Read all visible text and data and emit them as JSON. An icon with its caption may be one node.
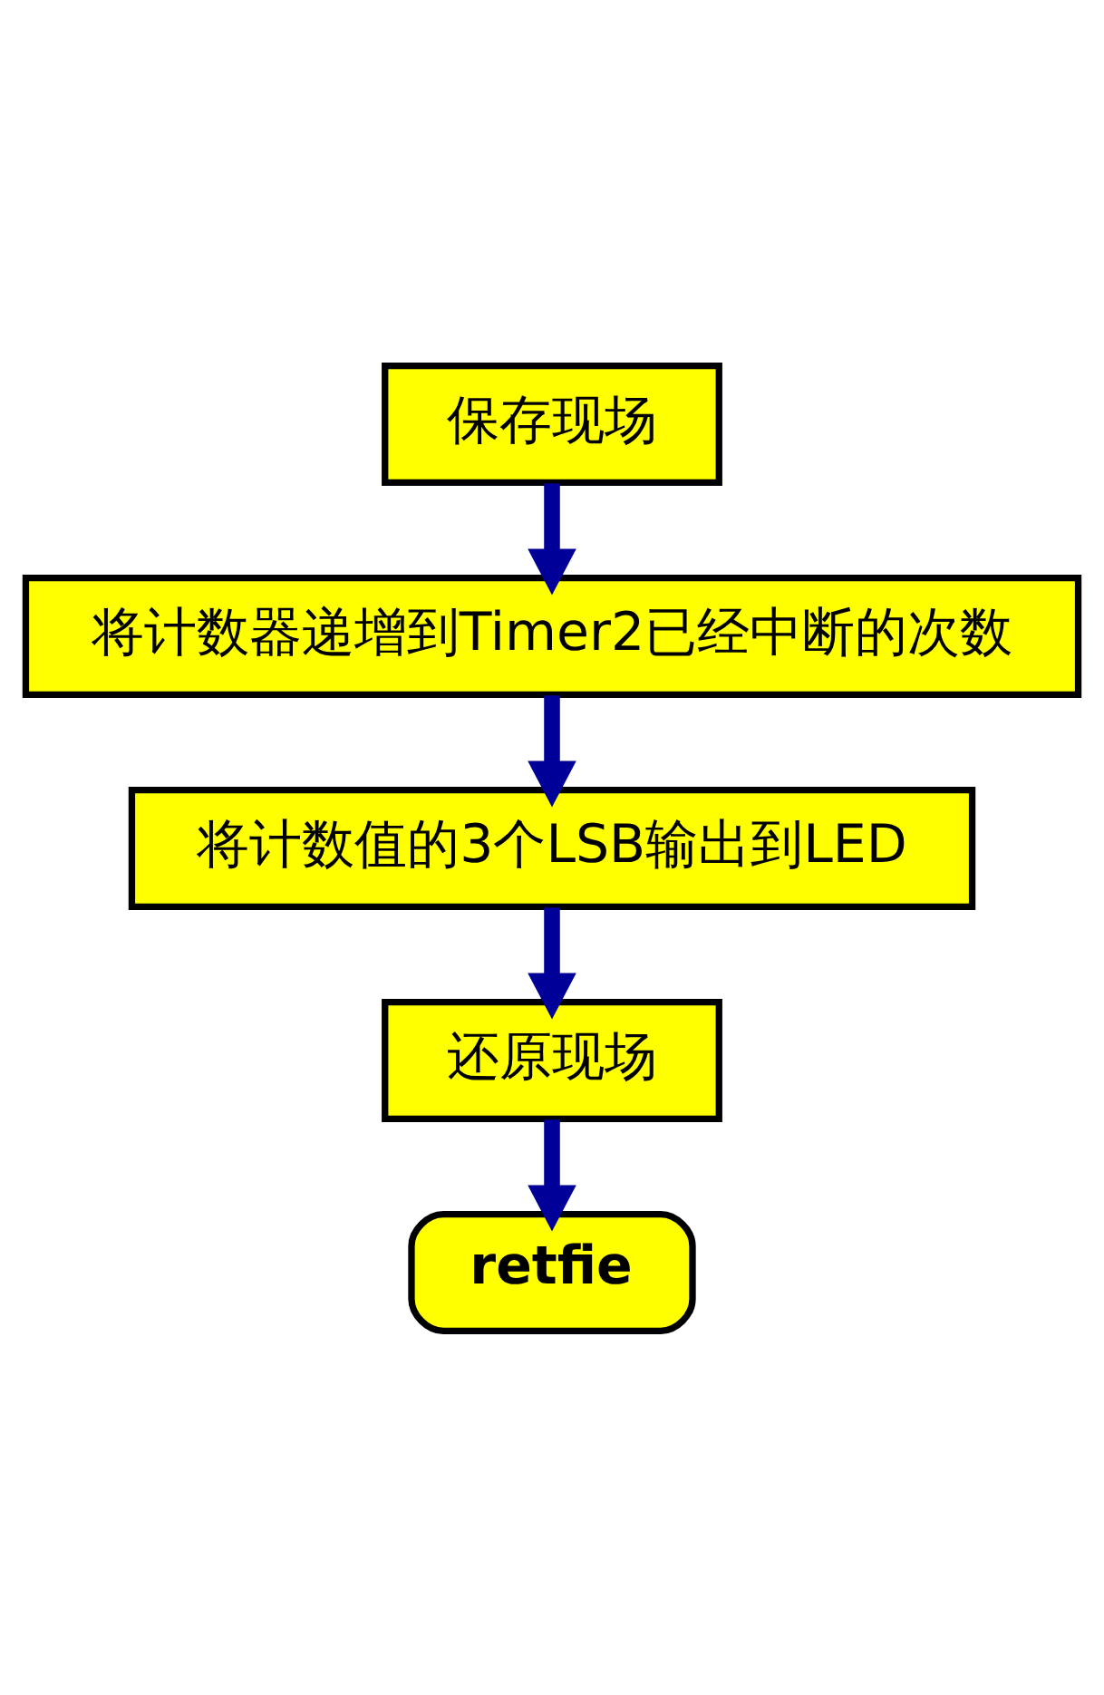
{
  "diagram": {
    "nodes": [
      {
        "text": [
          "保存现场"
        ]
      },
      {
        "text": [
          "将计数器递增到Timer2已经中断的次数"
        ]
      },
      {
        "text": [
          "将计数值的3个LSB输出到LED"
        ]
      },
      {
        "text": [
          "还原现场"
        ]
      },
      {
        "text": [
          "retfie"
        ]
      }
    ],
    "edges": [
      {
        "from": 0,
        "to": 1,
        "arrow": "to"
      },
      {
        "from": 1,
        "to": 2,
        "arrow": "to"
      },
      {
        "from": 2,
        "to": 3,
        "arrow": "to"
      },
      {
        "from": 3,
        "to": 4,
        "arrow": "to"
      }
    ]
  }
}
